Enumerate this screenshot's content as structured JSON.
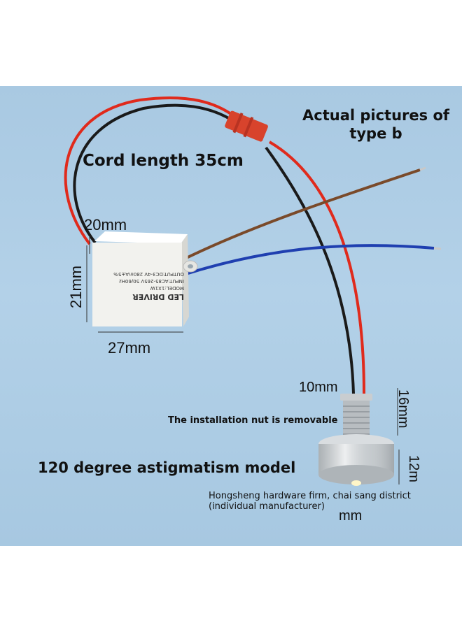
{
  "captions": {
    "title_line1": "Actual pictures of",
    "title_line2": "type b",
    "cord_length": "Cord length 35cm",
    "nut_note": "The installation nut is removable",
    "model_note": "120 degree astigmatism model",
    "maker_line1": "Hongsheng hardware firm, chai sang district",
    "maker_line2": "(individual manufacturer)"
  },
  "dimensions": {
    "driver_depth": "20mm",
    "driver_height": "21mm",
    "driver_width": "27mm",
    "nut_width": "10mm",
    "thread_length": "16mm",
    "lamp_height": "12m",
    "lamp_suffix": "mm"
  },
  "driver_label": {
    "line1": "LED DRIVER",
    "line2": "MODEL:1X1W",
    "line3": "INPUT:AC85-265V 50/60Hz",
    "line4": "OUTPUT:DC3-4V 280mA±5%"
  },
  "colors": {
    "background": "#b0cfe6",
    "wire_red": "#e02a1c",
    "wire_black": "#1a1a1a",
    "wire_brown": "#7a4a2a",
    "wire_blue": "#1f3fb0",
    "connector": "#d8432c",
    "driver_body": "#f2f2ee"
  }
}
